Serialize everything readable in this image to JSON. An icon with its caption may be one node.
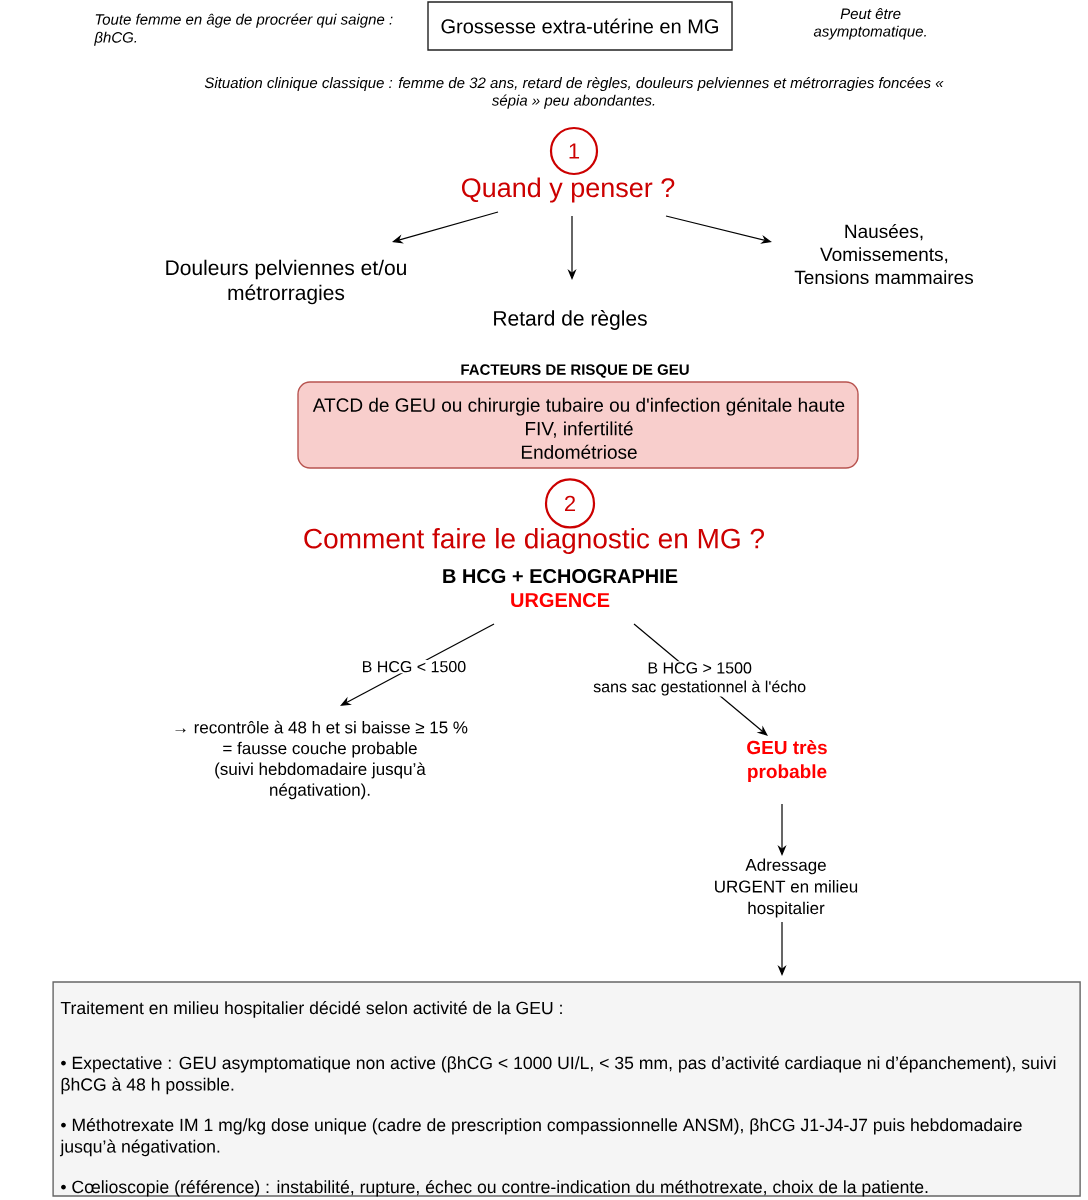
{
  "diagram": {
    "nodes": [
      {
        "text": [
          "Grossesse extra-utérine en MG"
        ]
      },
      {
        "text": [
          "1"
        ]
      },
      {
        "text": [
          "Quand y penser ?"
        ]
      },
      {
        "text": [
          "Douleurs pelviennes et/ou métrorragies"
        ]
      },
      {
        "text": [
          "Retard de règles"
        ]
      },
      {
        "text": [
          "Nausées, Vomissements, Tensions mammaires"
        ]
      },
      {
        "text": [
          "FACTEURS DE RISQUE DE GEU",
          "ATCD de GEU ou chirurgie tubaire ou d'infection génitale haute",
          "FIV, infertilité",
          "Endométriose"
        ]
      },
      {
        "text": [
          "2"
        ]
      },
      {
        "text": [
          "B HCG + ECHOGRAPHIE",
          "URGENCE"
        ]
      },
      {
        "text": [
          "→ recontrôle à 48 h et si baisse ≥ 15 % = fausse couche probable (suivi hebdomadaire jusqu’à négativation)."
        ]
      },
      {
        "text": [
          "GEU très probable"
        ]
      },
      {
        "text": [
          "Adressage URGENT en milieu hospitalier"
        ]
      },
      {
        "text": [
          "Traitement en milieu hospitalier décidé selon activité de la GEU :",
          "• Expectative : GEU asymptomatique non active (βhCG < 1000 UI/L, < 35 mm, pas d’activité cardiaque ni d’épanchement), suivi βhCG à 48 h possible.",
          "• Méthotrexate IM 1 mg/kg dose unique (cadre de prescription compassionnelle ANSM), βhCG J1-J4-J7 puis hebdomadaire jusqu’à négativation.",
          "• Cœlioscopie (référence) : instabilité, rupture, échec ou contre-indication du méthotrexate, choix de la patiente."
        ]
      }
    ],
    "edges": [
      {
        "from": 2,
        "to": 3,
        "arrow": "to"
      },
      {
        "from": 2,
        "to": 4,
        "arrow": "to"
      },
      {
        "from": 2,
        "to": 5,
        "arrow": "to"
      },
      {
        "from": 8,
        "to": 9,
        "arrow": "to",
        "label": "B HCG < 1500"
      },
      {
        "from": 8,
        "to": 10,
        "arrow": "to",
        "label": "B HCG > 1500 sans sac gestationnel à l'écho"
      },
      {
        "from": 10,
        "to": 11,
        "arrow": "to"
      },
      {
        "from": 11,
        "to": 12,
        "arrow": "to"
      }
    ],
    "labels": [
      "Toute femme en âge de procréer qui saigne : βhCG.",
      "Peut être asymptomatique.",
      "Situation clinique classique : femme de 32 ans, retard de règles, douleurs pelviennes et métrorragies foncées « sépia » peu abondantes.",
      "Comment faire le diagnostic en MG ?"
    ]
  }
}
